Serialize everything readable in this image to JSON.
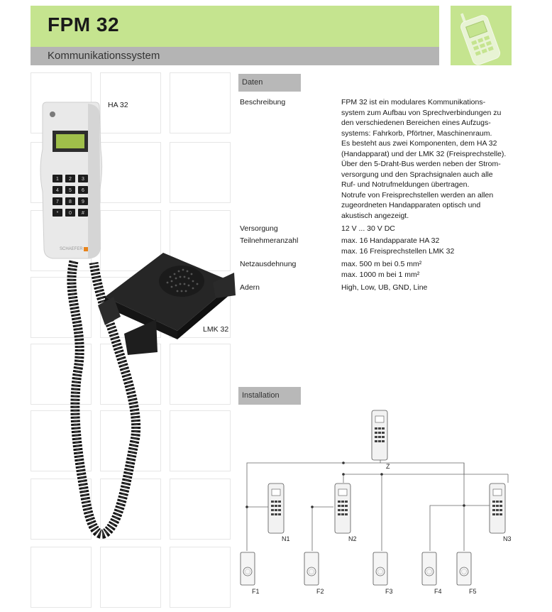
{
  "header": {
    "title": "FPM 32",
    "subtitle": "Kommunikationssystem",
    "icon": "mobile-phone-icon"
  },
  "photo": {
    "handset_label": "HA 32",
    "speaker_label": "LMK 32",
    "brand_text": "SCHAEFER"
  },
  "daten": {
    "section_label": "Daten",
    "rows": [
      {
        "label": "Beschreibung",
        "lines": [
          "FPM 32 ist ein modulares Kommunikations-",
          "system zum Aufbau von Sprechverbindungen zu",
          "den verschiedenen Bereichen eines Aufzugs-",
          "systems: Fahrkorb, Pförtner, Maschinenraum.",
          "Es besteht aus zwei Komponenten, dem HA 32",
          "(Handapparat) und der LMK 32 (Freisprechstelle).",
          "Über den 5-Draht-Bus werden neben der Strom-",
          "versorgung und den Sprachsignalen auch alle",
          "Ruf- und Notrufmeldungen übertragen.",
          "Notrufe von Freisprechstellen werden an allen",
          "zugeordneten Handapparaten optisch und",
          "akustisch angezeigt."
        ]
      },
      {
        "label": "Versorgung",
        "lines": [
          "12 V ... 30 V DC"
        ]
      },
      {
        "label": "Teilnehmeranzahl",
        "lines": [
          "max. 16 Handapparate HA 32",
          "max. 16 Freisprechstellen LMK 32"
        ]
      },
      {
        "label": "Netzausdehnung",
        "lines": [
          "max. 500 m bei 0.5 mm²",
          "max. 1000 m bei 1 mm²"
        ]
      },
      {
        "label": "Adern",
        "lines": [
          "High, Low, UB, GND, Line"
        ]
      }
    ]
  },
  "installation": {
    "section_label": "Installation",
    "central": "Z",
    "handsets": [
      "N1",
      "N2",
      "N3"
    ],
    "speakers": [
      "F1",
      "F2",
      "F3",
      "F4",
      "F5"
    ]
  },
  "colors": {
    "header_green": "#c5e48f",
    "header_grey": "#b4b4b4",
    "tab_grey": "#b8b8b8"
  }
}
